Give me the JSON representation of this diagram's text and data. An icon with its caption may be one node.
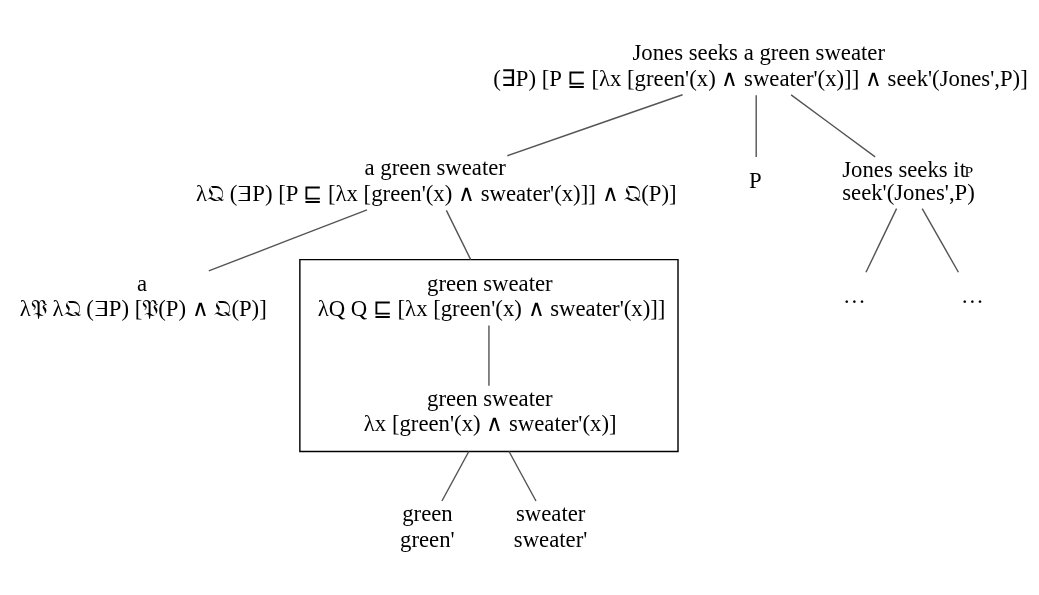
{
  "diagram": {
    "nodes": [
      {
        "text": [
          "Jones seeks a green sweater",
          "(∃P) [P ⊑ [λx [green'(x) ∧ sweater'(x)]] ∧ seek'(Jones',P)]"
        ]
      },
      {
        "text": [
          "a green sweater",
          "λ𝔔 (∃P) [P ⊑ [λx [green'(x) ∧ sweater'(x)]] ∧ 𝔔(P)]"
        ]
      },
      {
        "text": [
          "P"
        ]
      },
      {
        "text": [
          "Jones seeks it$_{P}$",
          "seek'(Jones',P)"
        ]
      },
      {
        "text": [
          "…"
        ]
      },
      {
        "text": [
          "…"
        ]
      },
      {
        "text": [
          "a",
          "λ𝔓 λ𝔔 (∃P) [𝔓(P) ∧ 𝔔(P)]"
        ]
      },
      {
        "text": [],
        "shape": "box"
      },
      {
        "text": [
          "green sweater",
          "λQ Q ⊑ [λx [green'(x) ∧ sweater'(x)]]"
        ],
        "in": 7
      },
      {
        "text": [
          "green sweater",
          "λx [green'(x) ∧ sweater'(x)]"
        ],
        "in": 7
      },
      {
        "text": [
          "green",
          "green'"
        ]
      },
      {
        "text": [
          "sweater",
          "sweater'"
        ]
      }
    ],
    "edges": [
      {
        "from": 0,
        "to": 1,
        "arrow": "none"
      },
      {
        "from": 0,
        "to": 2,
        "arrow": "none"
      },
      {
        "from": 0,
        "to": 3,
        "arrow": "none"
      },
      {
        "from": 1,
        "to": 6,
        "arrow": "none"
      },
      {
        "from": 1,
        "to": 7,
        "arrow": "none"
      },
      {
        "from": 3,
        "to": 4,
        "arrow": "none"
      },
      {
        "from": 3,
        "to": 5,
        "arrow": "none"
      },
      {
        "from": 8,
        "to": 9,
        "arrow": "none"
      },
      {
        "from": 7,
        "to": 10,
        "arrow": "none"
      },
      {
        "from": 7,
        "to": 11,
        "arrow": "none"
      }
    ]
  }
}
